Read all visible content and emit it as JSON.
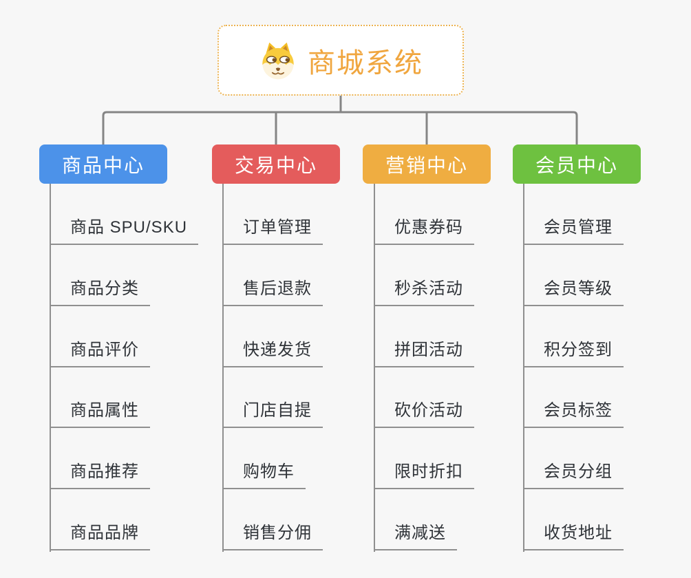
{
  "root": {
    "title": "商城系统",
    "icon": "shiba-dog-icon"
  },
  "branches": [
    {
      "label": "商品中心",
      "color": "#4C92E9",
      "items": [
        "商品 SPU/SKU",
        "商品分类",
        "商品评价",
        "商品属性",
        "商品推荐",
        "商品品牌"
      ]
    },
    {
      "label": "交易中心",
      "color": "#E45C5C",
      "items": [
        "订单管理",
        "售后退款",
        "快递发货",
        "门店自提",
        "购物车",
        "销售分佣"
      ]
    },
    {
      "label": "营销中心",
      "color": "#EFAD41",
      "items": [
        "优惠券码",
        "秒杀活动",
        "拼团活动",
        "砍价活动",
        "限时折扣",
        "满减送"
      ]
    },
    {
      "label": "会员中心",
      "color": "#6EC140",
      "items": [
        "会员管理",
        "会员等级",
        "积分签到",
        "会员标签",
        "会员分组",
        "收货地址"
      ]
    }
  ],
  "colors": {
    "background": "#F7F7F7",
    "connector": "#858585",
    "leaf_line": "#8F8F8F",
    "root_text": "#F0A63F",
    "root_border": "#ECB24F",
    "leaf_text": "#2F3338"
  }
}
